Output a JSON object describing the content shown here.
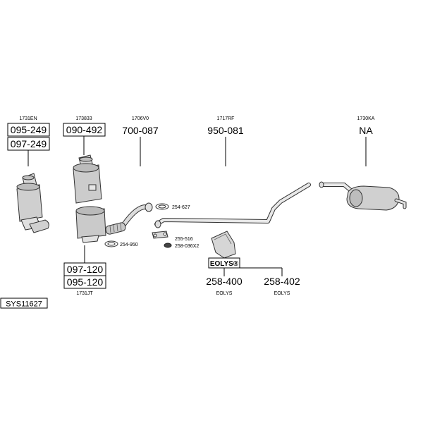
{
  "sections": [
    {
      "oe": "1731EN",
      "parts": [
        "095-249",
        "097-249"
      ]
    },
    {
      "oe": "173833",
      "parts": [
        "090-492"
      ]
    },
    {
      "oe": "1706V0",
      "parts": [
        "700-087"
      ]
    },
    {
      "oe": "1717RF",
      "parts": [
        "950-081"
      ]
    },
    {
      "oe": "1730KA",
      "parts": [
        "NA"
      ]
    },
    {
      "oe": "1731JT",
      "parts": [
        "097-120",
        "095-120"
      ]
    }
  ],
  "hardware": {
    "clamp_top": "254-627",
    "clamp_bottom": "254-950",
    "bracket": "255-516",
    "rubber": "258-036X2"
  },
  "eolys": {
    "label": "EOLYS®",
    "items": [
      {
        "part": "258-400",
        "name": "EOLYS"
      },
      {
        "part": "258-402",
        "name": "EOLYS"
      }
    ]
  },
  "system_id": "SYS11627"
}
